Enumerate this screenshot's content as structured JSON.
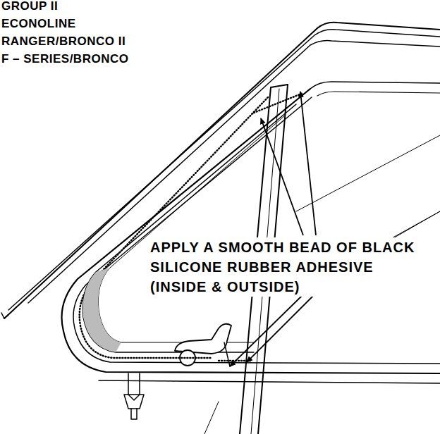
{
  "diagram": {
    "labels": [
      "GROUP II",
      "ECONOLINE",
      "RANGER/BRONCO II",
      "F – SERIES/BRONCO",
      "APPLY A SMOOTH BEAD OF BLACK SILICONE RUBBER ADHESIVE (INSIDE & OUTSIDE)"
    ]
  }
}
